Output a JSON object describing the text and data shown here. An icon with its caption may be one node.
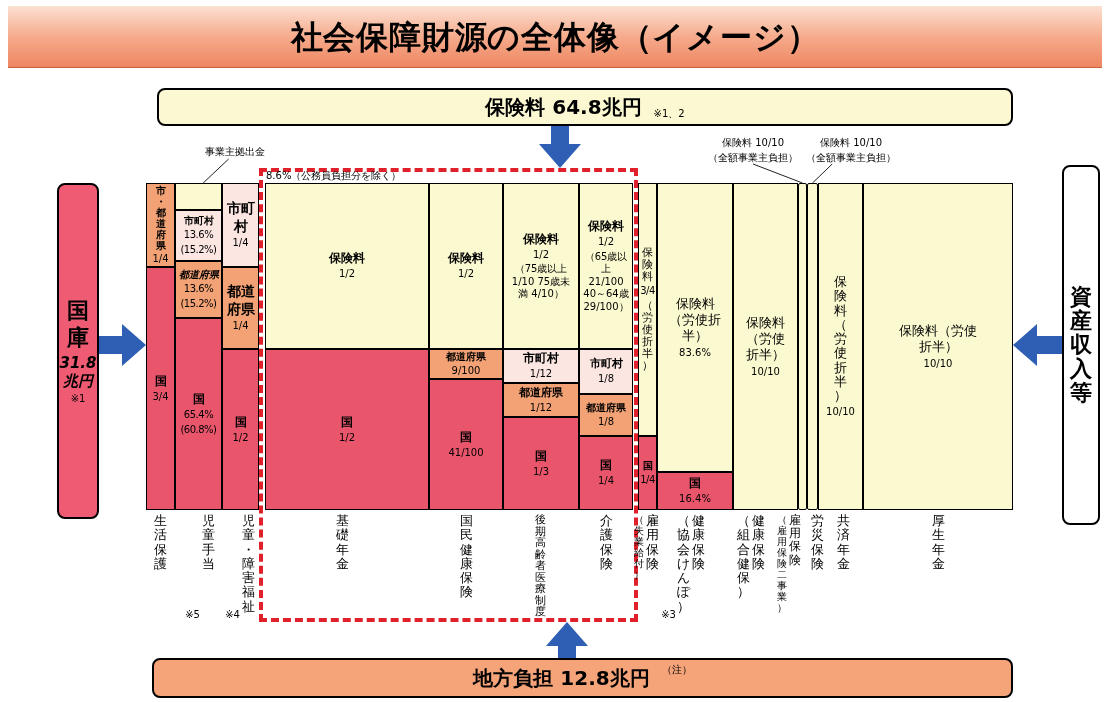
{
  "diagram": {
    "title": "社会保障財源の全体像（イメージ）",
    "nodes": [
      {
        "text": [
          "保険料 64.8兆円",
          "※1、2"
        ]
      },
      {
        "text": [
          "国庫",
          "31.8兆円",
          "※1"
        ]
      },
      {
        "text": [
          "資産収入等"
        ]
      },
      {
        "text": [
          "地方負担 12.8兆円",
          "（注）"
        ]
      },
      {
        "text": [],
        "shape": "box"
      },
      {
        "text": [
          "市・都道府県",
          "1/4"
        ]
      },
      {
        "text": [
          "国",
          "3/4"
        ]
      },
      {
        "text": [],
        "shape": "box"
      },
      {
        "text": [
          "市町村",
          "13.6%",
          "(15.2%)"
        ]
      },
      {
        "text": [
          "都道府県",
          "13.6%",
          "(15.2%)"
        ]
      },
      {
        "text": [
          "国",
          "65.4%",
          "(60.8%)"
        ]
      },
      {
        "text": [
          "市町村",
          "1/4"
        ]
      },
      {
        "text": [
          "都道府県",
          "1/4"
        ]
      },
      {
        "text": [
          "国",
          "1/2"
        ]
      },
      {
        "text": [
          "保険料",
          "1/2"
        ],
        "in": 4
      },
      {
        "text": [
          "国",
          "1/2"
        ],
        "in": 4
      },
      {
        "text": [
          "保険料",
          "1/2"
        ],
        "in": 4
      },
      {
        "text": [
          "都道府県",
          "9/100"
        ],
        "in": 4
      },
      {
        "text": [
          "国",
          "41/100"
        ],
        "in": 4
      },
      {
        "text": [
          "保険料",
          "1/2",
          "（75歳以上 1/10 75歳未満 4/10）"
        ],
        "in": 4
      },
      {
        "text": [
          "市町村",
          "1/12"
        ],
        "in": 4
      },
      {
        "text": [
          "都道府県",
          "1/12"
        ],
        "in": 4
      },
      {
        "text": [
          "国",
          "1/3"
        ],
        "in": 4
      },
      {
        "text": [
          "保険料",
          "1/2",
          "（65歳以上 21/100 40～64歳 29/100）"
        ],
        "in": 4
      },
      {
        "text": [
          "市町村",
          "1/8"
        ],
        "in": 4
      },
      {
        "text": [
          "都道府県",
          "1/8"
        ],
        "in": 4
      },
      {
        "text": [
          "国",
          "1/4"
        ],
        "in": 4
      },
      {
        "text": [
          "保険料",
          "3/4",
          "（労使折半）"
        ]
      },
      {
        "text": [
          "国",
          "1/4"
        ]
      },
      {
        "text": [
          "保険料（労使折半）",
          "83.6%"
        ]
      },
      {
        "text": [
          "国",
          "16.4%"
        ]
      },
      {
        "text": [
          "保険料（労使折半）",
          "10/10"
        ]
      },
      {
        "text": [],
        "shape": "bar"
      },
      {
        "text": [],
        "shape": "bar"
      },
      {
        "text": [
          "保険料（労使折半）",
          "10/10"
        ]
      },
      {
        "text": [
          "保険料（労使折半）",
          "10/10"
        ]
      },
      {
        "text": [
          "事業主拠出金"
        ]
      },
      {
        "text": [
          "保険料 10/10",
          "（全額事業主負担）"
        ]
      },
      {
        "text": [
          "保険料 10/10",
          "（全額事業主負担）"
        ]
      },
      {
        "text": [
          "生活保護"
        ]
      },
      {
        "text": [
          "児童手当"
        ],
        "beside": [
          "※5"
        ]
      },
      {
        "text": [
          "児童・障害福祉"
        ],
        "beside": [
          "※4"
        ]
      },
      {
        "text": [
          "基礎年金"
        ],
        "in": 4
      },
      {
        "text": [
          "国民健康保険"
        ],
        "in": 4
      },
      {
        "text": [
          "後期高齢者医療制度"
        ],
        "in": 4
      },
      {
        "text": [
          "介護保険"
        ],
        "in": 4
      },
      {
        "text": [
          "（失業給付）",
          "雇用保険"
        ],
        "beside": [
          "※3"
        ]
      },
      {
        "text": [
          "（協会けんぽ）",
          "健康保険"
        ]
      },
      {
        "text": [
          "（組合健保）",
          "健康保険"
        ]
      },
      {
        "text": [
          "（雇用保険二事業）",
          "雇用保険"
        ]
      },
      {
        "text": [
          "労災保険"
        ]
      },
      {
        "text": [
          "共済年金"
        ]
      },
      {
        "text": [
          "厚生年金"
        ]
      }
    ],
    "edges": [
      {
        "from": 0,
        "to": 4,
        "arrow": "to"
      },
      {
        "from": 1,
        "to": 6,
        "arrow": "to"
      },
      {
        "from": 2,
        "to": 35,
        "arrow": "to"
      },
      {
        "from": 3,
        "to": 4,
        "arrow": "to"
      },
      {
        "from": 36,
        "to": 7,
        "arrow": "none",
        "color": "#222222"
      },
      {
        "from": 37,
        "to": 32,
        "arrow": "none",
        "color": "#222222"
      },
      {
        "from": 38,
        "to": 33,
        "arrow": "none",
        "color": "#222222"
      }
    ],
    "labels": [
      "8.6%（公務員負担分を除く）"
    ]
  }
}
